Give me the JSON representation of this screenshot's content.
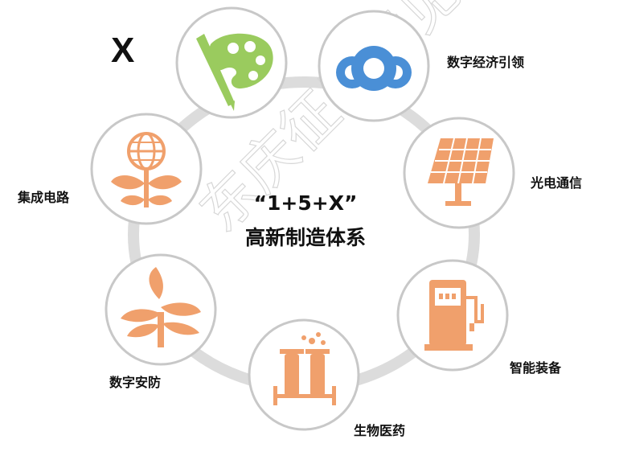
{
  "x_mark": "X",
  "center": {
    "line1": "“1+5+X”",
    "line2": "高新制造体系"
  },
  "labels": {
    "digital_economy": "数字经济引领",
    "optoelectronics": "光电通信",
    "smart_equipment": "智能装备",
    "biomedicine": "生物医药",
    "digital_security": "数字安防",
    "integrated_circuit": "集成电路"
  },
  "watermark": "东庆征录意见",
  "colors": {
    "orange": "#f0a06c",
    "blue": "#4a8fd6",
    "green": "#9acb5e",
    "ring": "#d9d9d9",
    "node_border": "#c8c8c8"
  }
}
